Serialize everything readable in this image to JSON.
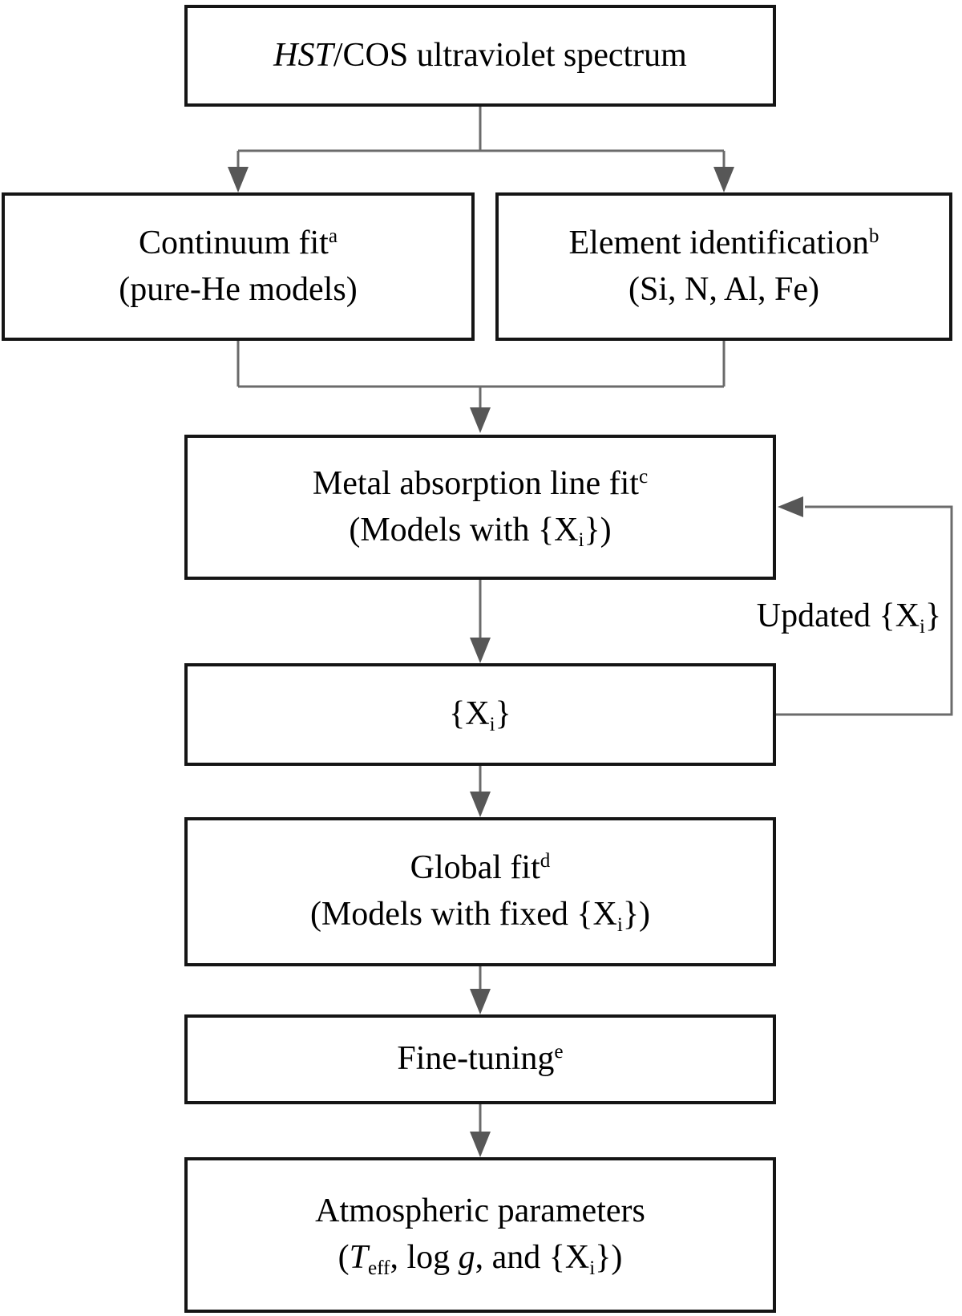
{
  "diagram": {
    "title_semantic": "HST/COS ultraviolet spectrum fitting pipeline flowchart",
    "colors": {
      "background": "#ffffff",
      "text": "#000000",
      "box_border": "#151515",
      "box_fill": "#ffffff",
      "connector": "#6b6b6b",
      "arrowhead": "#575757"
    },
    "boxes": [
      {
        "id": "hst",
        "plain_text": "HST/COS ultraviolet spectrum",
        "lines": [
          [
            {
              "t": "HST",
              "s": "i"
            },
            {
              "t": "/COS ultraviolet spectrum"
            }
          ]
        ]
      },
      {
        "id": "continuum",
        "plain_text": "Continuum fit(a) (pure-He models)",
        "lines": [
          [
            {
              "t": "Continuum fit"
            },
            {
              "t": "a",
              "s": "sup"
            }
          ],
          [
            {
              "t": "(pure-He models)"
            }
          ]
        ]
      },
      {
        "id": "element",
        "plain_text": "Element identification(b) (Si, N, Al, Fe)",
        "lines": [
          [
            {
              "t": "Element identification"
            },
            {
              "t": "b",
              "s": "sup"
            }
          ],
          [
            {
              "t": "(Si, N, Al, Fe)"
            }
          ]
        ]
      },
      {
        "id": "metal",
        "plain_text": "Metal absorption line fit(c) (Models with {Xi})",
        "lines": [
          [
            {
              "t": "Metal absorption line fit"
            },
            {
              "t": "c",
              "s": "sup"
            }
          ],
          [
            {
              "t": "(Models with {X"
            },
            {
              "t": "i",
              "s": "sub"
            },
            {
              "t": "})"
            }
          ]
        ]
      },
      {
        "id": "xi",
        "plain_text": "{Xi}",
        "lines": [
          [
            {
              "t": "{X"
            },
            {
              "t": "i",
              "s": "sub"
            },
            {
              "t": "}"
            }
          ]
        ]
      },
      {
        "id": "global",
        "plain_text": "Global fit(d) (Models with fixed {Xi})",
        "lines": [
          [
            {
              "t": "Global fit"
            },
            {
              "t": "d",
              "s": "sup"
            }
          ],
          [
            {
              "t": "(Models with fixed {X"
            },
            {
              "t": "i",
              "s": "sub"
            },
            {
              "t": "})"
            }
          ]
        ]
      },
      {
        "id": "fine",
        "plain_text": "Fine-tuning(e)",
        "lines": [
          [
            {
              "t": "Fine-tuning"
            },
            {
              "t": "e",
              "s": "sup"
            }
          ]
        ]
      },
      {
        "id": "atmo",
        "plain_text": "Atmospheric parameters (Teff, log g, and {Xi})",
        "lines": [
          [
            {
              "t": "Atmospheric parameters"
            }
          ],
          [
            {
              "t": "("
            },
            {
              "t": "T",
              "s": "i"
            },
            {
              "t": "eff",
              "s": "sub"
            },
            {
              "t": ", log "
            },
            {
              "t": "g",
              "s": "i"
            },
            {
              "t": ", and {X"
            },
            {
              "t": "i",
              "s": "sub"
            },
            {
              "t": "})"
            }
          ]
        ]
      }
    ],
    "feedback": {
      "plain_text": "Updated {Xi}",
      "lines": [
        [
          {
            "t": "Updated {X"
          },
          {
            "t": "i",
            "s": "sub"
          },
          {
            "t": "}"
          }
        ]
      ]
    }
  }
}
